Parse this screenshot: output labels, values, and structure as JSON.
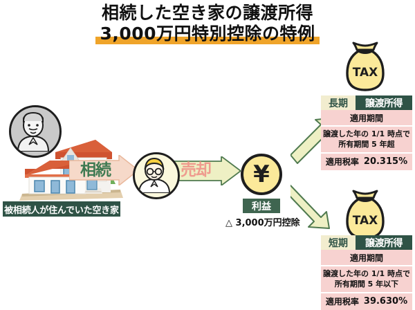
{
  "title": {
    "line1": "相続した空き家の譲渡所得",
    "line2": "3,000万円特別控除の特例",
    "highlight_color": "#efa42a"
  },
  "flow": {
    "deceased_avatar": "elderly-person-avatar",
    "house": "house-illustration",
    "house_caption": "被相続人が住んでいた空き家",
    "inherit_label": "相続",
    "heir_avatar": "heir-person-avatar",
    "sell_label": "売却",
    "coin_symbol": "¥",
    "profit_label": "利益",
    "deduction_note": "△ 3,000万円控除"
  },
  "tax_bags": {
    "top_label": "TAX",
    "bottom_label": "TAX"
  },
  "panels": [
    {
      "term": "長期",
      "kind": "譲渡所得",
      "period_title": "適用期間",
      "period_text_line1": "譲渡した年の 1/1 時点で",
      "period_text_line2": "所有期間 5 年超",
      "rate_title": "適用税率",
      "rate_value": "20.315%"
    },
    {
      "term": "短期",
      "kind": "譲渡所得",
      "period_title": "適用期間",
      "period_text_line1": "譲渡した年の 1/1 時点で",
      "period_text_line2": "所有期間 5 年以下",
      "rate_title": "適用税率",
      "rate_value": "39.630%"
    }
  ],
  "colors": {
    "banner_green": "#2f5346",
    "panel_pink": "#f7d2d0",
    "arrow_green": "#eef0c4",
    "coin_yellow": "#fbe99a",
    "inherit_text": "#3f7a52",
    "sell_text": "#ef9b8e"
  }
}
